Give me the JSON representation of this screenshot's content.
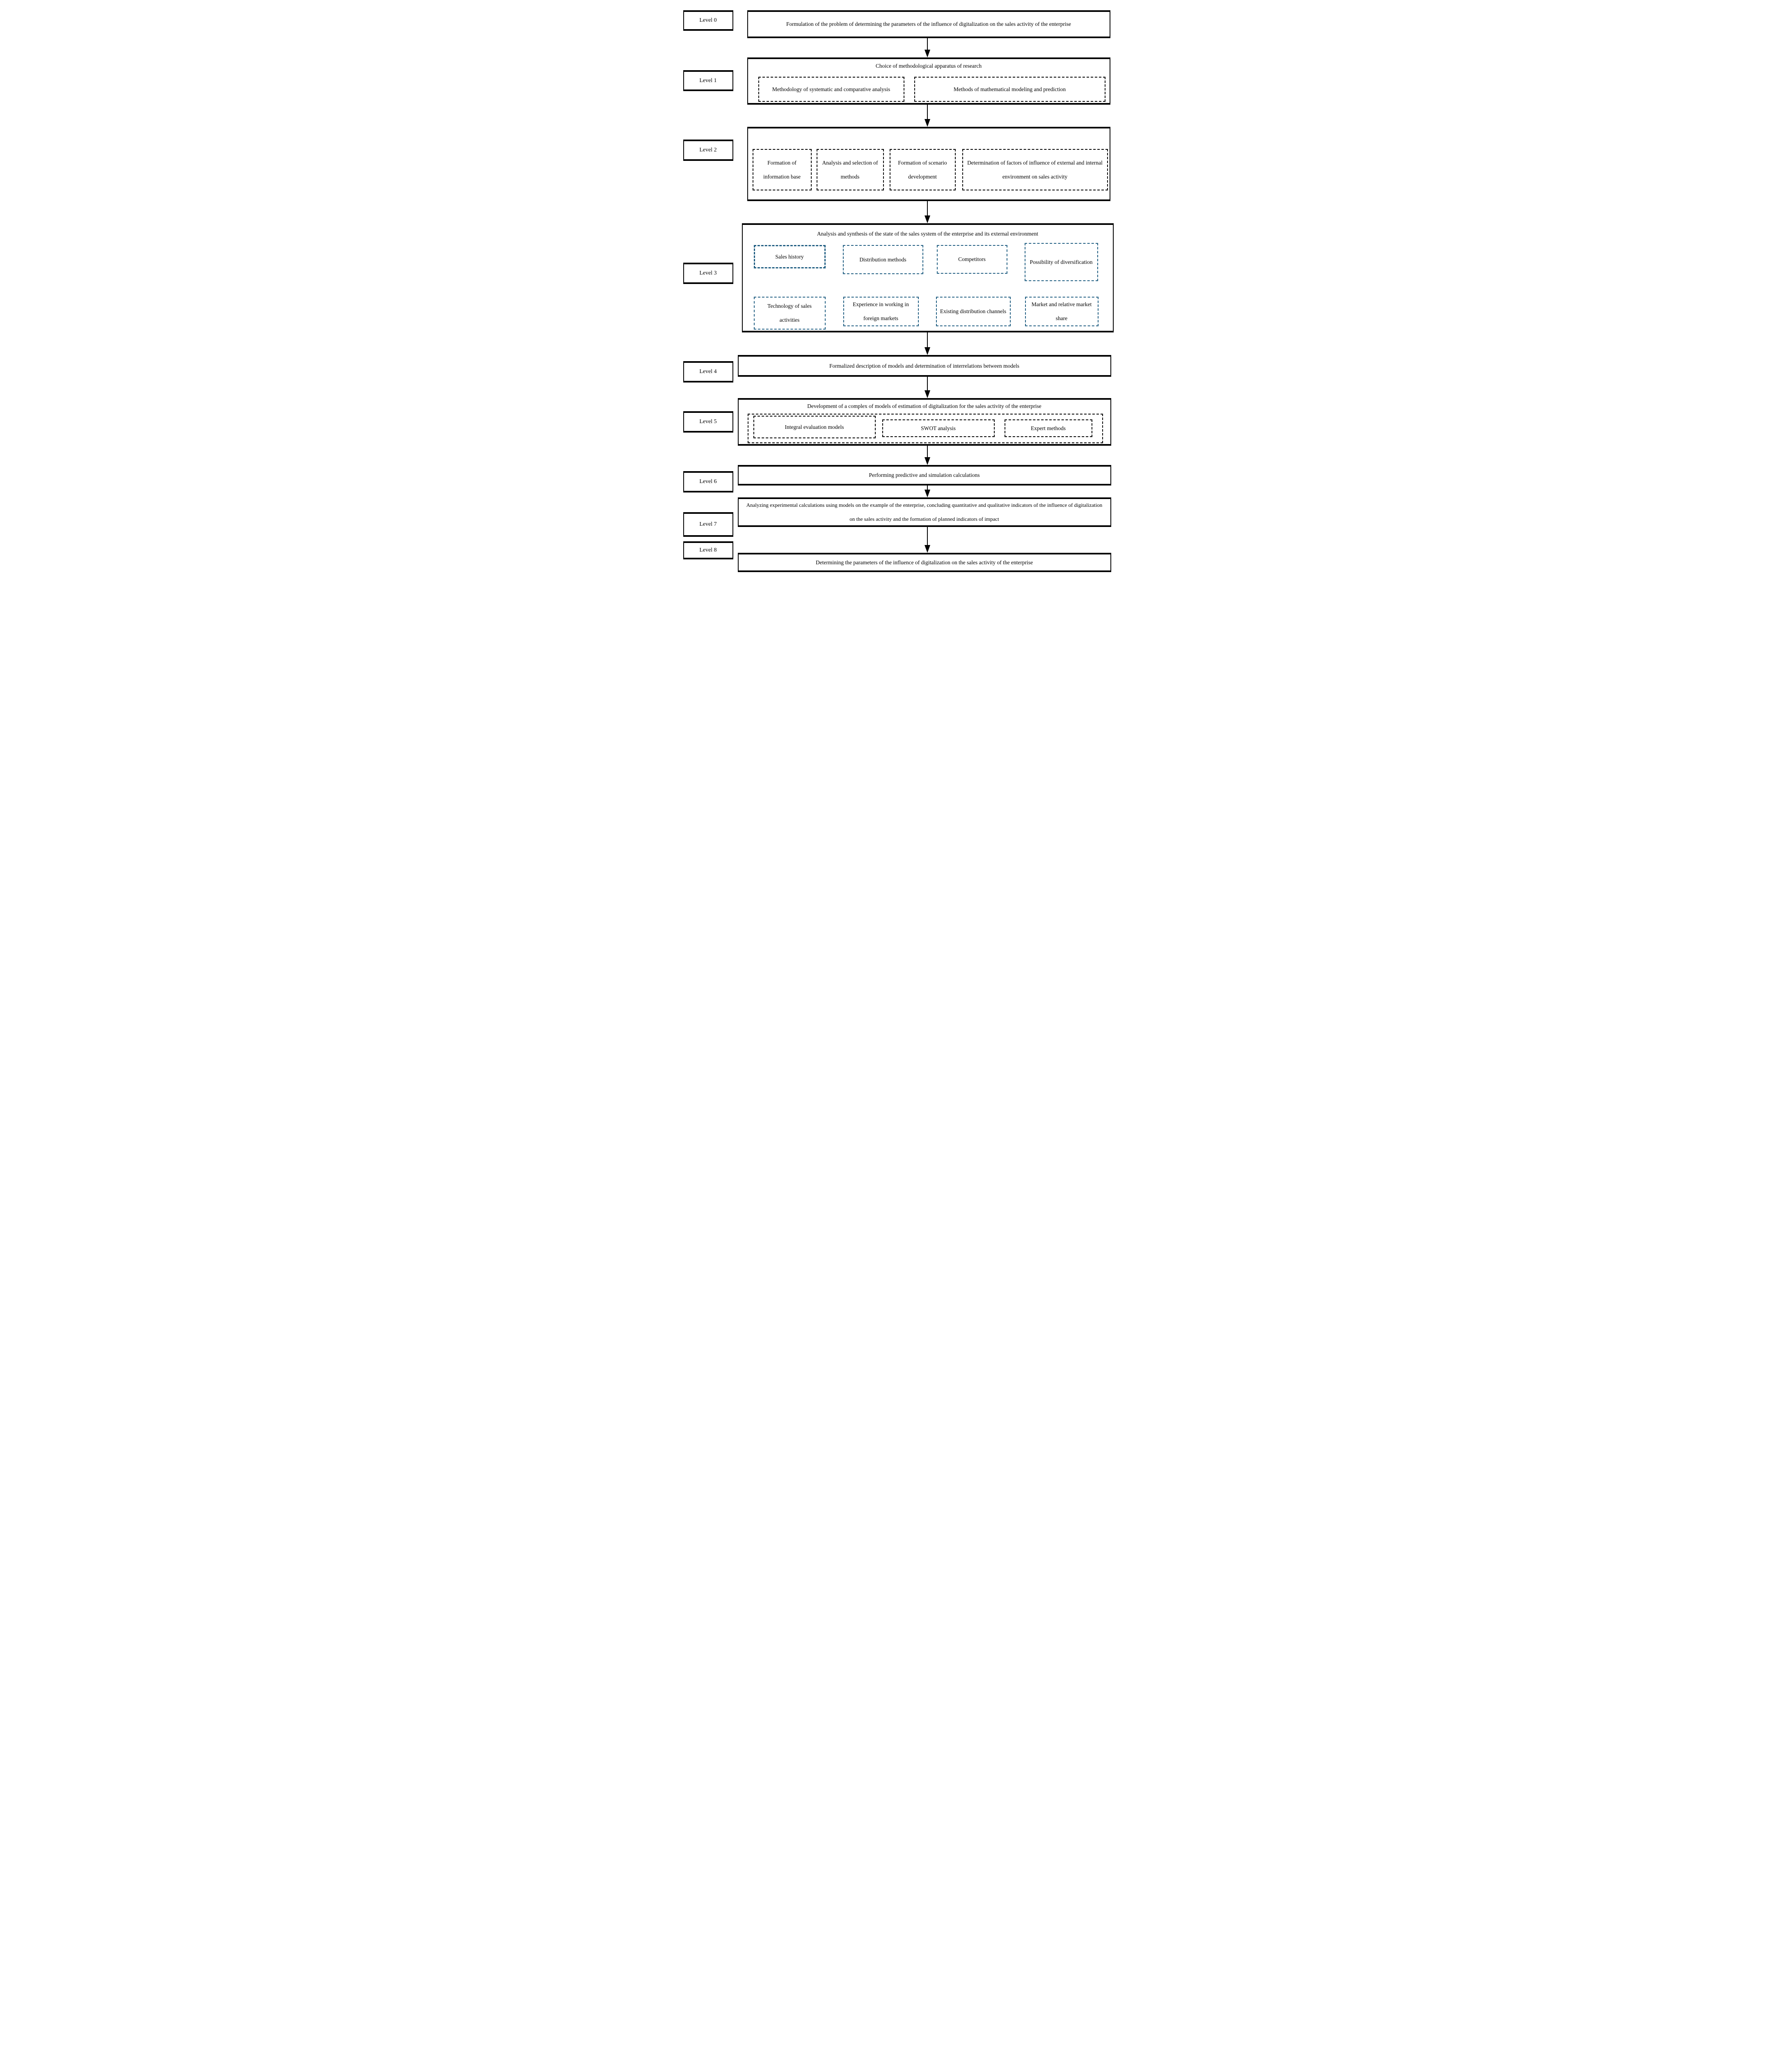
{
  "diagram": {
    "colors": {
      "blue_dash": "#205e82",
      "line_black": "#000000"
    },
    "levels": [
      {
        "label": "Level 0",
        "box": "Formulation of the problem of determining the parameters of the influence of digitalization on the sales activity of the enterprise"
      },
      {
        "label": "Level 1",
        "header": "Choice of methodological apparatus of research",
        "items": [
          "Methodology of systematic and comparative analysis",
          "Methods of mathematical modeling and prediction"
        ]
      },
      {
        "label": "Level 2",
        "items": [
          "Formation of information base",
          "Analysis and selection of methods",
          "Formation of scenario development",
          "Determination of factors of influence of external and internal environment on sales activity"
        ]
      },
      {
        "label": "Level 3",
        "header": "Analysis and synthesis of the state of the sales system of the enterprise and its external environment",
        "row1": [
          "Sales history",
          "Distribution methods",
          "Competitors",
          "Possibility of diversification"
        ],
        "row2": [
          "Technology of sales activities",
          "Experience in working in foreign markets",
          "Existing distribution channels",
          "Market and relative market share"
        ]
      },
      {
        "label": "Level 4",
        "box": "Formalized description of models and determination of interrelations between models"
      },
      {
        "label": "Level 5",
        "header": "Development of a complex of models of estimation of digitalization for the sales activity of the enterprise",
        "items": [
          "Integral evaluation models",
          "SWOT analysis",
          "Expert methods"
        ]
      },
      {
        "label": "Level 6",
        "box": "Performing predictive and simulation calculations"
      },
      {
        "label": "Level 7",
        "box": "Analyzing experimental calculations using models on the example of the enterprise, concluding quantitative and qualitative indicators of the influence of digitalization on the sales activity and the formation of planned indicators of impact"
      },
      {
        "label": "Level 8",
        "box": "Determining the parameters of the influence of digitalization on the sales activity of the enterprise"
      }
    ]
  }
}
